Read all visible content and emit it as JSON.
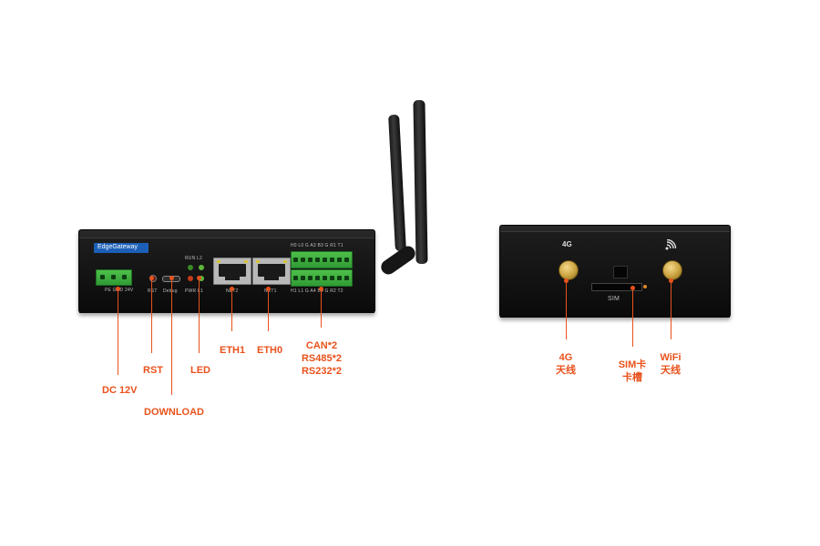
{
  "device_front": {
    "brand_label": "EdgeGateway",
    "power_terminal_labels": "PE GND 24V",
    "rst_label": "RST",
    "debug_label": "Debug",
    "led_top_labels": "RUN  L2",
    "led_bottom_labels": "PWR  L1",
    "port_net2_label": "NET2",
    "port_net1_label": "NET1",
    "io_top_labels": "H0 L0  G  A3  B3  G  R1  T1",
    "io_bottom_labels": "H1 L1  G  A4  B4  G  R2  T2"
  },
  "device_back": {
    "sim_label": "SIM",
    "icon_4g": "4G",
    "icon_wifi": "wifi-icon"
  },
  "callouts": {
    "dc": "DC 12V",
    "rst": "RST",
    "download": "DOWNLOAD",
    "led": "LED",
    "eth1": "ETH1",
    "eth0": "ETH0",
    "serial_line1": "CAN*2",
    "serial_line2": "RS485*2",
    "serial_line3": "RS232*2",
    "ant4g_line1": "4G",
    "ant4g_line2": "天线",
    "sim_line1": "SIM卡",
    "sim_line2": "卡槽",
    "wifi_line1": "WiFi",
    "wifi_line2": "天线"
  },
  "colors": {
    "accent": "#e8521c",
    "terminal_green": "#3aab3a",
    "brand_badge": "#1c5fb8"
  }
}
